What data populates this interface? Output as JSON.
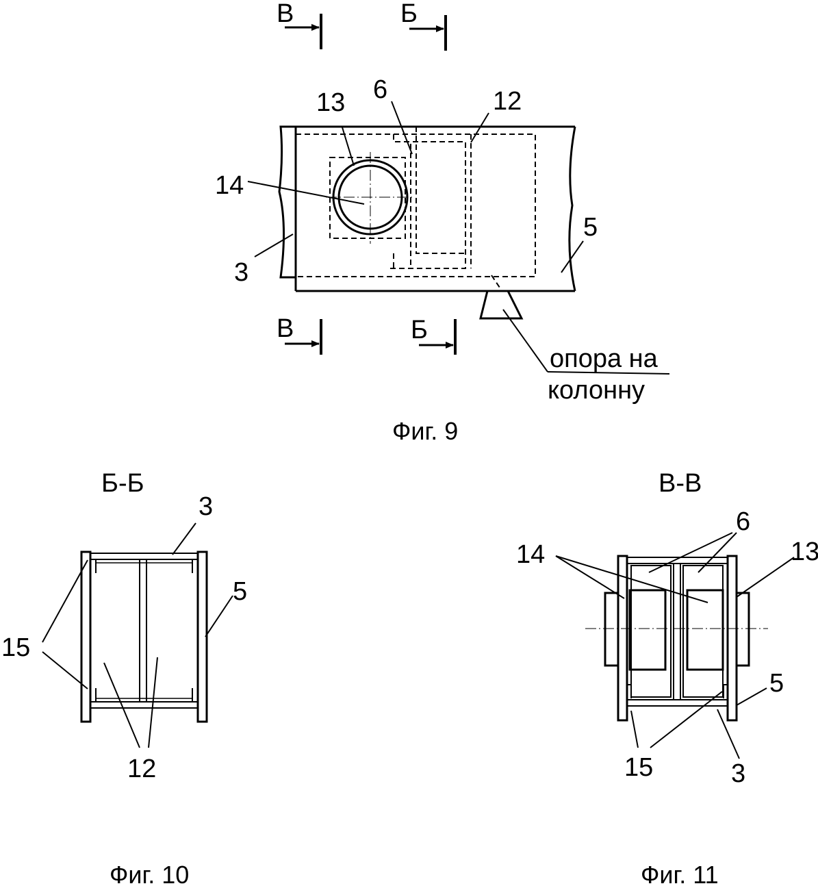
{
  "fig9": {
    "section_b": "Б",
    "section_v": "В",
    "labels": {
      "n13": "13",
      "n6": "6",
      "n12": "12",
      "n14": "14",
      "n5": "5",
      "n3": "3"
    },
    "support_line1": "опора на",
    "support_line2": "колонну",
    "caption": "Фиг. 9"
  },
  "fig10": {
    "title": "Б-Б",
    "labels": {
      "n3": "3",
      "n5": "5",
      "n15": "15",
      "n12": "12"
    },
    "caption": "Фиг. 10"
  },
  "fig11": {
    "title": "В-В",
    "labels": {
      "n6": "6",
      "n14": "14",
      "n13": "13",
      "n5": "5",
      "n15": "15",
      "n3": "3"
    },
    "caption": "Фиг. 11"
  }
}
